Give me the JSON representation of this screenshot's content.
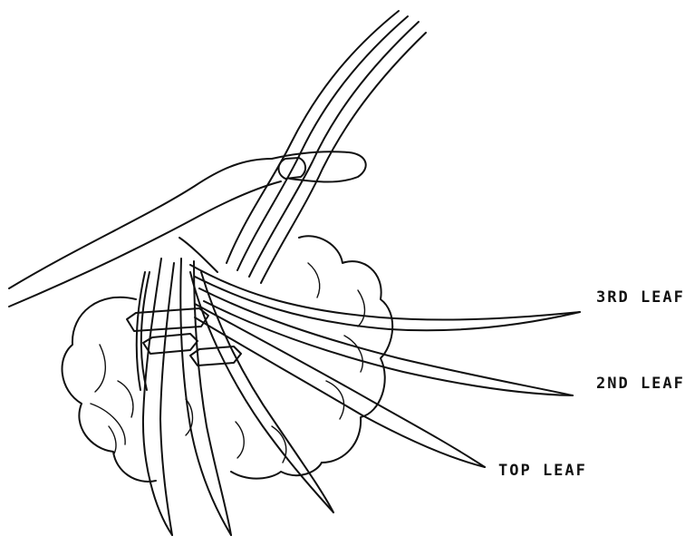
{
  "labels": {
    "third_leaf": "3RD LEAF",
    "second_leaf": "2ND LEAF",
    "top_leaf": "TOP LEAF"
  },
  "colors": {
    "ink": "#111111",
    "background": "#ffffff"
  }
}
